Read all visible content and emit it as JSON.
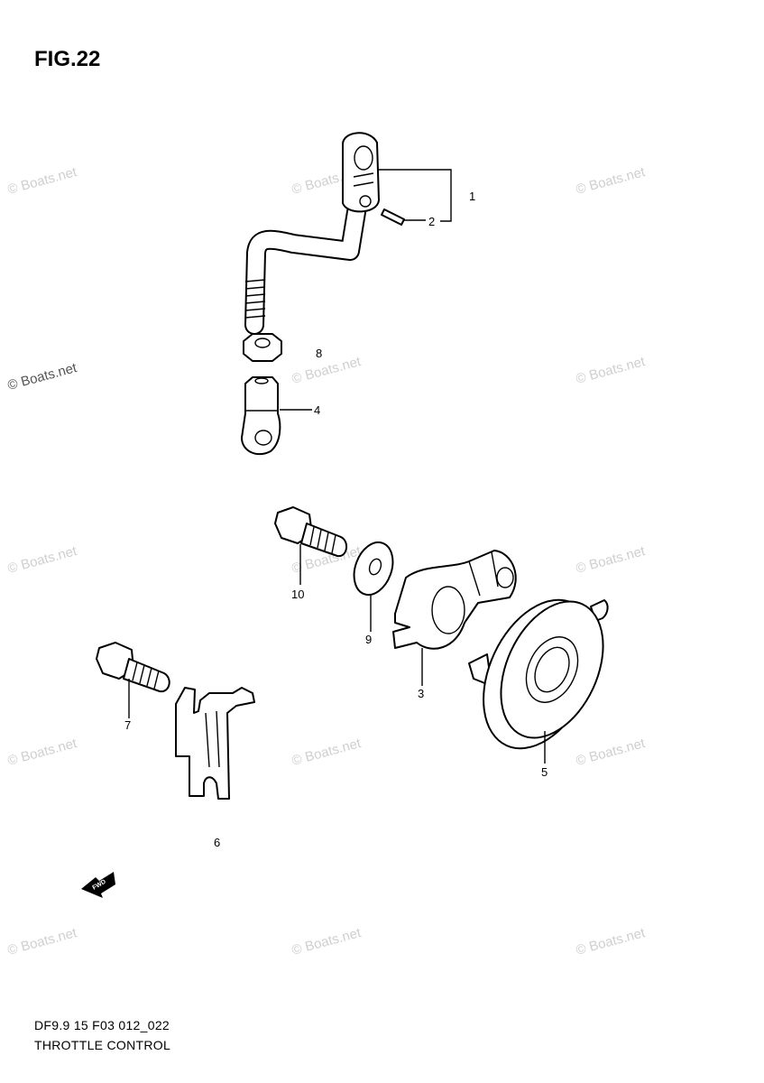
{
  "figure": {
    "title": "FIG.22",
    "drawing_code": "DF9.9 15 F03 012_022",
    "drawing_name": "THROTTLE CONTROL"
  },
  "watermark": "© Boats.net",
  "callouts": [
    "1",
    "2",
    "8",
    "4",
    "10",
    "9",
    "3",
    "7",
    "5",
    "6"
  ],
  "front_arrow_label": "FWD"
}
